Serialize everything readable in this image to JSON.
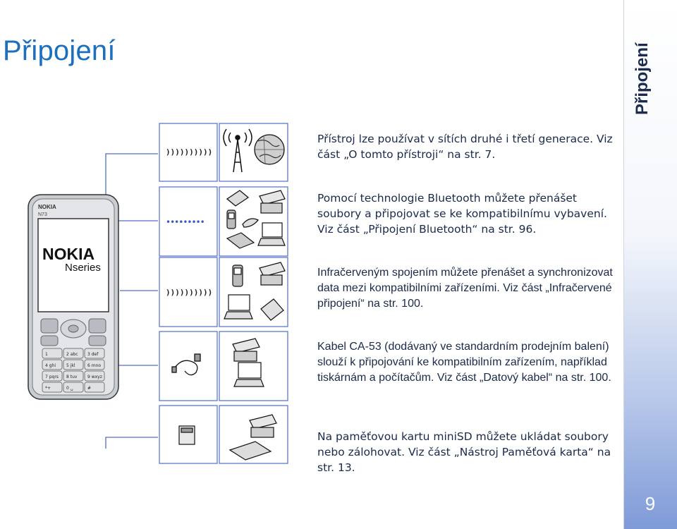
{
  "page": {
    "title": "Připojení",
    "side_tab": "Připojení",
    "page_number": "9"
  },
  "phone": {
    "brand_small": "NOKIA",
    "model_small": "N73",
    "brand_logo": "NOKIA",
    "brand_logo_sub": "Nseries",
    "keys": [
      "1",
      "2 abc",
      "3 def",
      "4 ghi",
      "5 jkl",
      "6 mno",
      "7 pqrs",
      "8 tuv",
      "9 wxyz",
      "*+",
      "0 ␣",
      "#"
    ]
  },
  "sections": [
    {
      "id": "cellular",
      "text": "Přístroj lze používat v sítích druhé i třetí generace. Viz část „O tomto přístroji“ na str. 7."
    },
    {
      "id": "bluetooth",
      "text": "Pomocí technologie Bluetooth můžete přenášet soubory a připojovat se ke kompatibilnímu vybavení. Viz část „Připojení Bluetooth“ na str. 96."
    },
    {
      "id": "infrared",
      "text": "Infračerveným spojením můžete přenášet a synchronizovat data mezi kompatibilními zařízeními. Viz část „Infračervené připojení“ na str. 100."
    },
    {
      "id": "cable",
      "text": "Kabel CA-53 (dodávaný ve standardním prodejním balení) slouží k připojování ke kompatibilním zařízením, například tiskárnám a počítačům. Viz část „Datový kabel“ na str. 100."
    },
    {
      "id": "memory-card",
      "text": "Na paměťovou kartu miniSD můžete ukládat soubory nebo zálohovat. Viz část „Nástroj Paměťová karta“ na str. 13."
    }
  ],
  "icons": {
    "wave_glyph": "))))))))))",
    "bt_dots": "•••••••••"
  },
  "colors": {
    "accent": "#1c6fbf",
    "box_border": "#4f6fc4",
    "side_tab_bottom": "#7e9ad8"
  }
}
